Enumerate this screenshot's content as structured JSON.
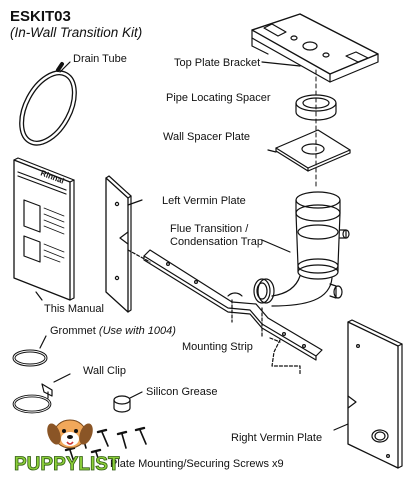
{
  "header": {
    "title": "ESKIT03",
    "subtitle": "(In-Wall Transition Kit)"
  },
  "labels": {
    "drain_tube": "Drain Tube",
    "top_plate_bracket": "Top Plate Bracket",
    "pipe_locating_spacer": "Pipe Locating Spacer",
    "wall_spacer_plate": "Wall Spacer Plate",
    "left_vermin_plate": "Left Vermin Plate",
    "flue_transition_1": "Flue Transition /",
    "flue_transition_2": "Condensation Trap",
    "this_manual": "This Manual",
    "grommet": "Grommet",
    "grommet_note": "(Use with 1004)",
    "mounting_strip": "Mounting Strip",
    "wall_clip": "Wall Clip",
    "silicon_grease": "Silicon Grease",
    "right_vermin_plate": "Right Vermin Plate",
    "screws": "Plate Mounting/Securing Screws x9"
  },
  "manual": {
    "brand": "Rinnai"
  },
  "watermark": {
    "text": "PUPPYLIST"
  }
}
